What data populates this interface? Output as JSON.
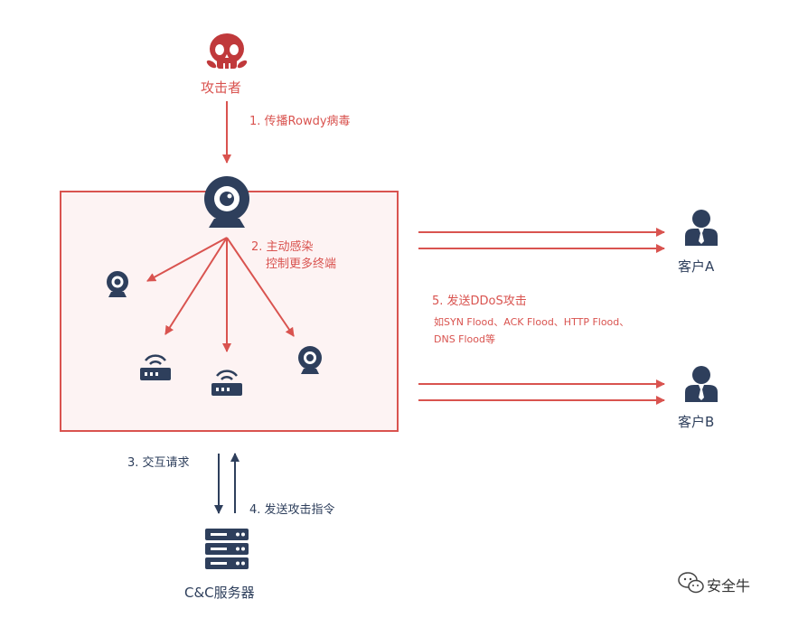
{
  "nodes": {
    "attacker": {
      "label": "攻击者",
      "icon": "skull-icon"
    },
    "patient_zero": {
      "icon": "webcam-icon"
    },
    "client_a": {
      "label": "客户A",
      "icon": "user-icon"
    },
    "client_b": {
      "label": "客户B",
      "icon": "user-icon"
    },
    "cnc_server": {
      "label": "C&C服务器",
      "icon": "server-icon"
    },
    "infected_devices": [
      {
        "icon": "webcam-icon"
      },
      {
        "icon": "router-icon"
      },
      {
        "icon": "router-icon"
      },
      {
        "icon": "webcam-icon"
      }
    ]
  },
  "steps": {
    "step1": "1. 传播Rowdy病毒",
    "step2_line1": "2. 主动感染",
    "step2_line2": "控制更多终端",
    "step3": "3. 交互请求",
    "step4": "4. 发送攻击指令",
    "step5": "5. 发送DDoS攻击",
    "step5_detail_line1": "如SYN Flood、ACK Flood、HTTP Flood、",
    "step5_detail_line2": "DNS Flood等"
  },
  "watermark": {
    "text": "安全牛",
    "icon": "wechat-icon"
  },
  "colors": {
    "red": "#d9534f",
    "red_fill": "#fdf3f3",
    "navy": "#2e3f5c",
    "dark_red": "#c0393b"
  }
}
